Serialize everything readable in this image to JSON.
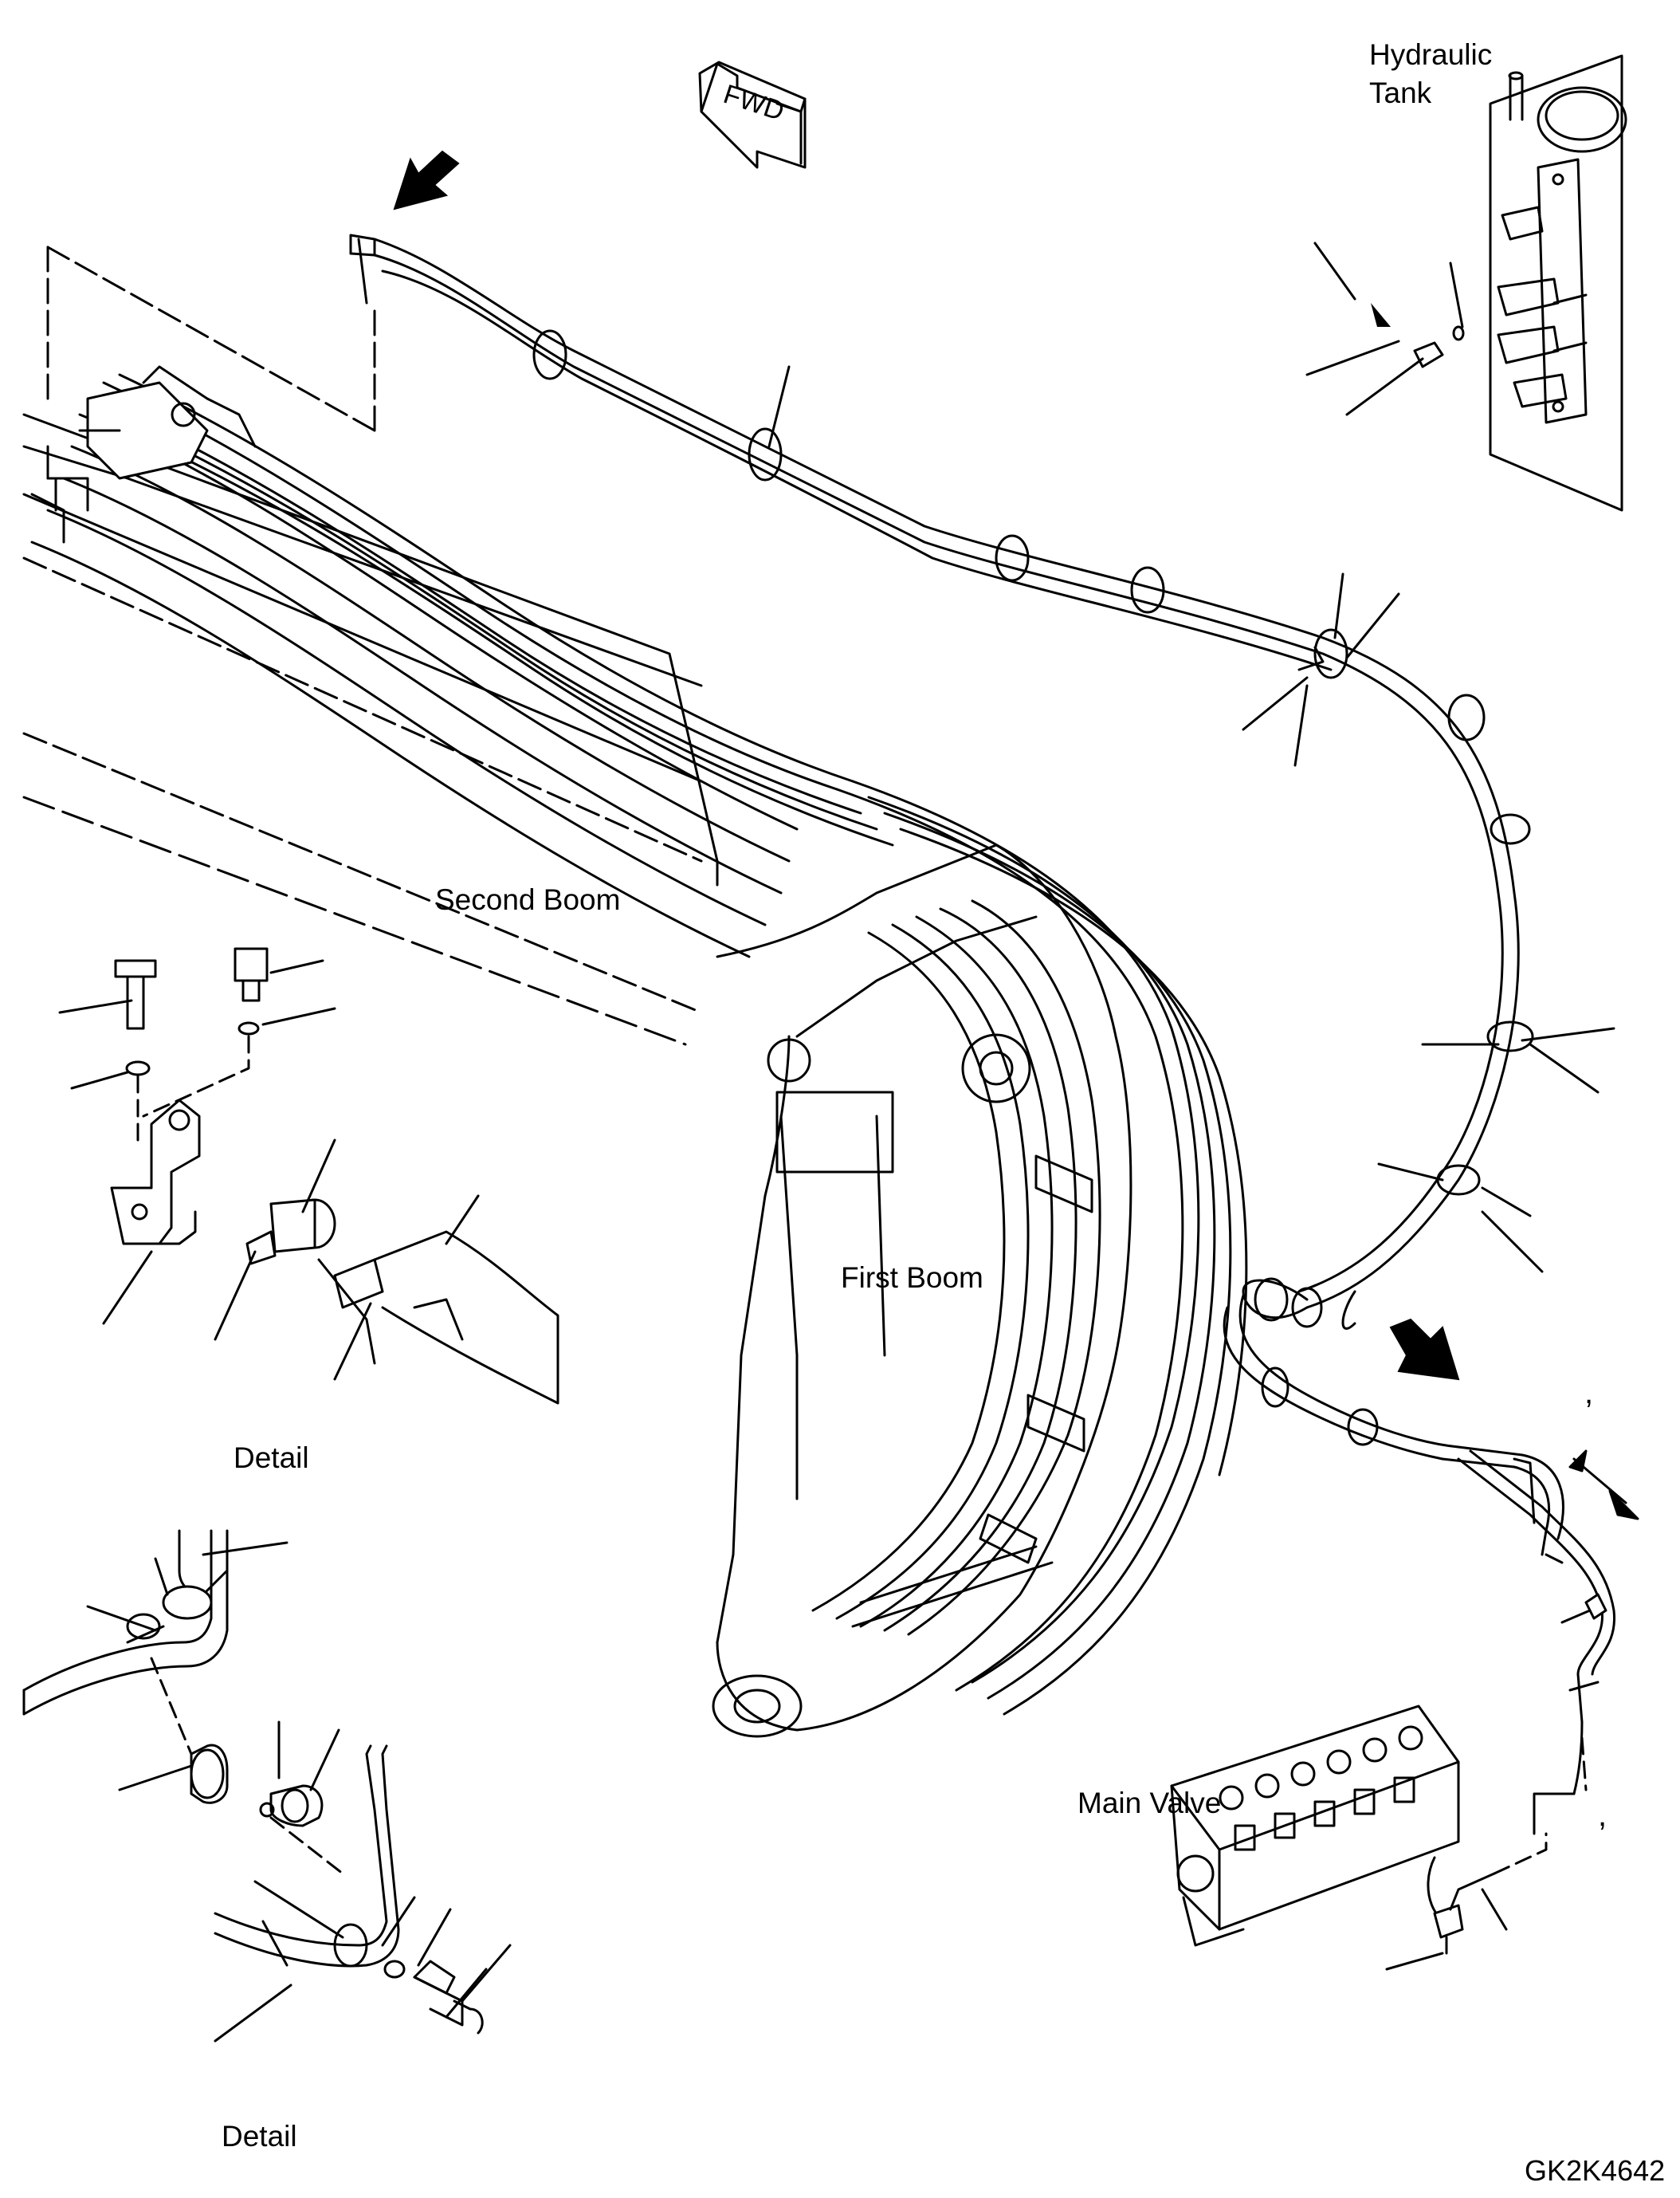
{
  "labels": {
    "hydraulic_tank_line1": "Hydraulic",
    "hydraulic_tank_line2": "Tank",
    "second_boom": "Second Boom",
    "first_boom": "First Boom",
    "main_valve": "Main Valve",
    "detail_upper": "Detail",
    "detail_lower": "Detail",
    "fwd": "FWD",
    "figure_code": "GK2K4642",
    "tick_mark": ","
  },
  "icons": [
    "fwd-arrow-icon",
    "pointer-arrow-icon"
  ],
  "colors": {
    "ink": "#000000",
    "paper": "#ffffff"
  }
}
